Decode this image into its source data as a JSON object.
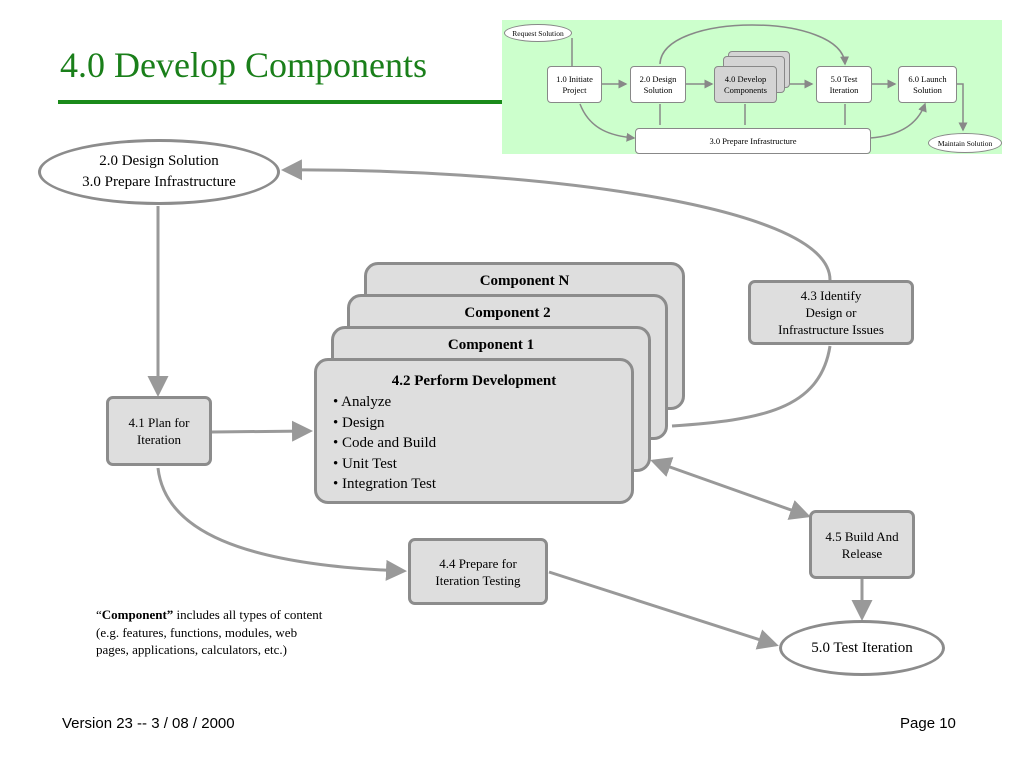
{
  "title": "4.0 Develop Components",
  "top_oval": {
    "line1": "2.0  Design Solution",
    "line2": "3.0  Prepare Infrastructure"
  },
  "plan": {
    "line1": "4.1  Plan for",
    "line2": "Iteration"
  },
  "identify": {
    "line1": "4.3  Identify",
    "line2": "Design or",
    "line3": "Infrastructure Issues"
  },
  "prepare_testing": {
    "line1": "4.4  Prepare for",
    "line2": "Iteration Testing"
  },
  "build": {
    "line1": "4.5 Build And",
    "line2": "Release"
  },
  "test_oval": "5.0  Test Iteration",
  "components": {
    "n": "Component N",
    "c2": "Component 2",
    "c1": "Component 1",
    "dev_title": "4.2  Perform Development",
    "steps": [
      "• Analyze",
      "• Design",
      "• Code and  Build",
      "• Unit Test",
      "• Integration Test"
    ]
  },
  "note": {
    "open_quote": "“",
    "term": "Component”",
    "rest": " includes all types of content (e.g. features, functions, modules, web pages, applications, calculators, etc.)"
  },
  "footer": {
    "version": "Version 23  --  3 / 08 / 2000",
    "page": "Page 10"
  },
  "mini_map": {
    "request": "Request Solution",
    "initiate": {
      "line1": "1.0  Initiate",
      "line2": "Project"
    },
    "design": {
      "line1": "2.0  Design",
      "line2": "Solution"
    },
    "develop": {
      "line1": "4.0  Develop",
      "line2": "Components"
    },
    "test": {
      "line1": "5.0  Test",
      "line2": "Iteration"
    },
    "launch": {
      "line1": "6.0  Launch",
      "line2": "Solution"
    },
    "infra": "3.0  Prepare Infrastructure",
    "maintain": "Maintain Solution"
  },
  "colors": {
    "title": "#1a7f1a",
    "rule": "#1a8a1a",
    "mini_bg": "#ccffcc",
    "box_fill": "#dedede",
    "border": "#8c8c8c"
  }
}
